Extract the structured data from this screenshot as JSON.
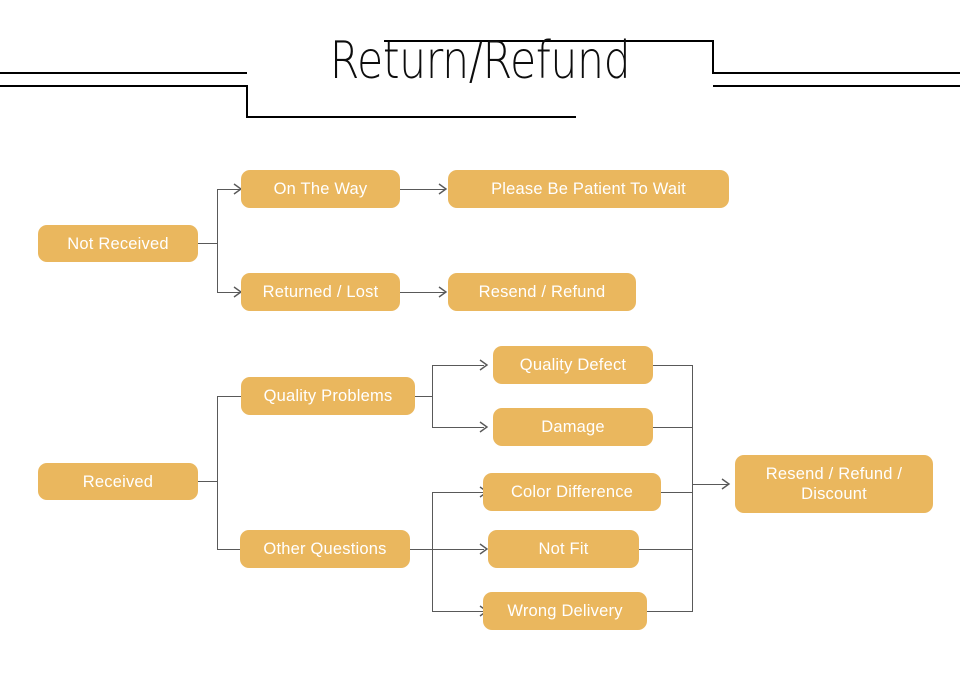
{
  "page": {
    "title": "Return/Refund",
    "background_color": "#ffffff",
    "node_color": "#eab75e",
    "node_text_color": "#ffffff",
    "connector_color": "#595959",
    "title_color": "#0d0d0d"
  },
  "diagram": {
    "branches": [
      {
        "root": "Not Received",
        "children": [
          {
            "label": "On The Way",
            "result": "Please Be Patient To Wait"
          },
          {
            "label": "Returned / Lost",
            "result": "Resend / Refund"
          }
        ]
      },
      {
        "root": "Received",
        "groups": [
          {
            "label": "Quality Problems",
            "items": [
              "Quality Defect",
              "Damage"
            ]
          },
          {
            "label": "Other Questions",
            "items": [
              "Color Difference",
              "Not Fit",
              "Wrong Delivery"
            ]
          }
        ],
        "outcome_line1": "Resend / Refund /",
        "outcome_line2": "Discount"
      }
    ]
  },
  "nodes": {
    "not_received": "Not Received",
    "on_the_way": "On The Way",
    "please_be_patient": "Please Be Patient To Wait",
    "returned_lost": "Returned / Lost",
    "resend_refund": "Resend / Refund",
    "received": "Received",
    "quality_problems": "Quality Problems",
    "other_questions": "Other Questions",
    "quality_defect": "Quality Defect",
    "damage": "Damage",
    "color_difference": "Color Difference",
    "not_fit": "Not Fit",
    "wrong_delivery": "Wrong Delivery",
    "outcome_line1": "Resend / Refund /",
    "outcome_line2": "Discount"
  }
}
